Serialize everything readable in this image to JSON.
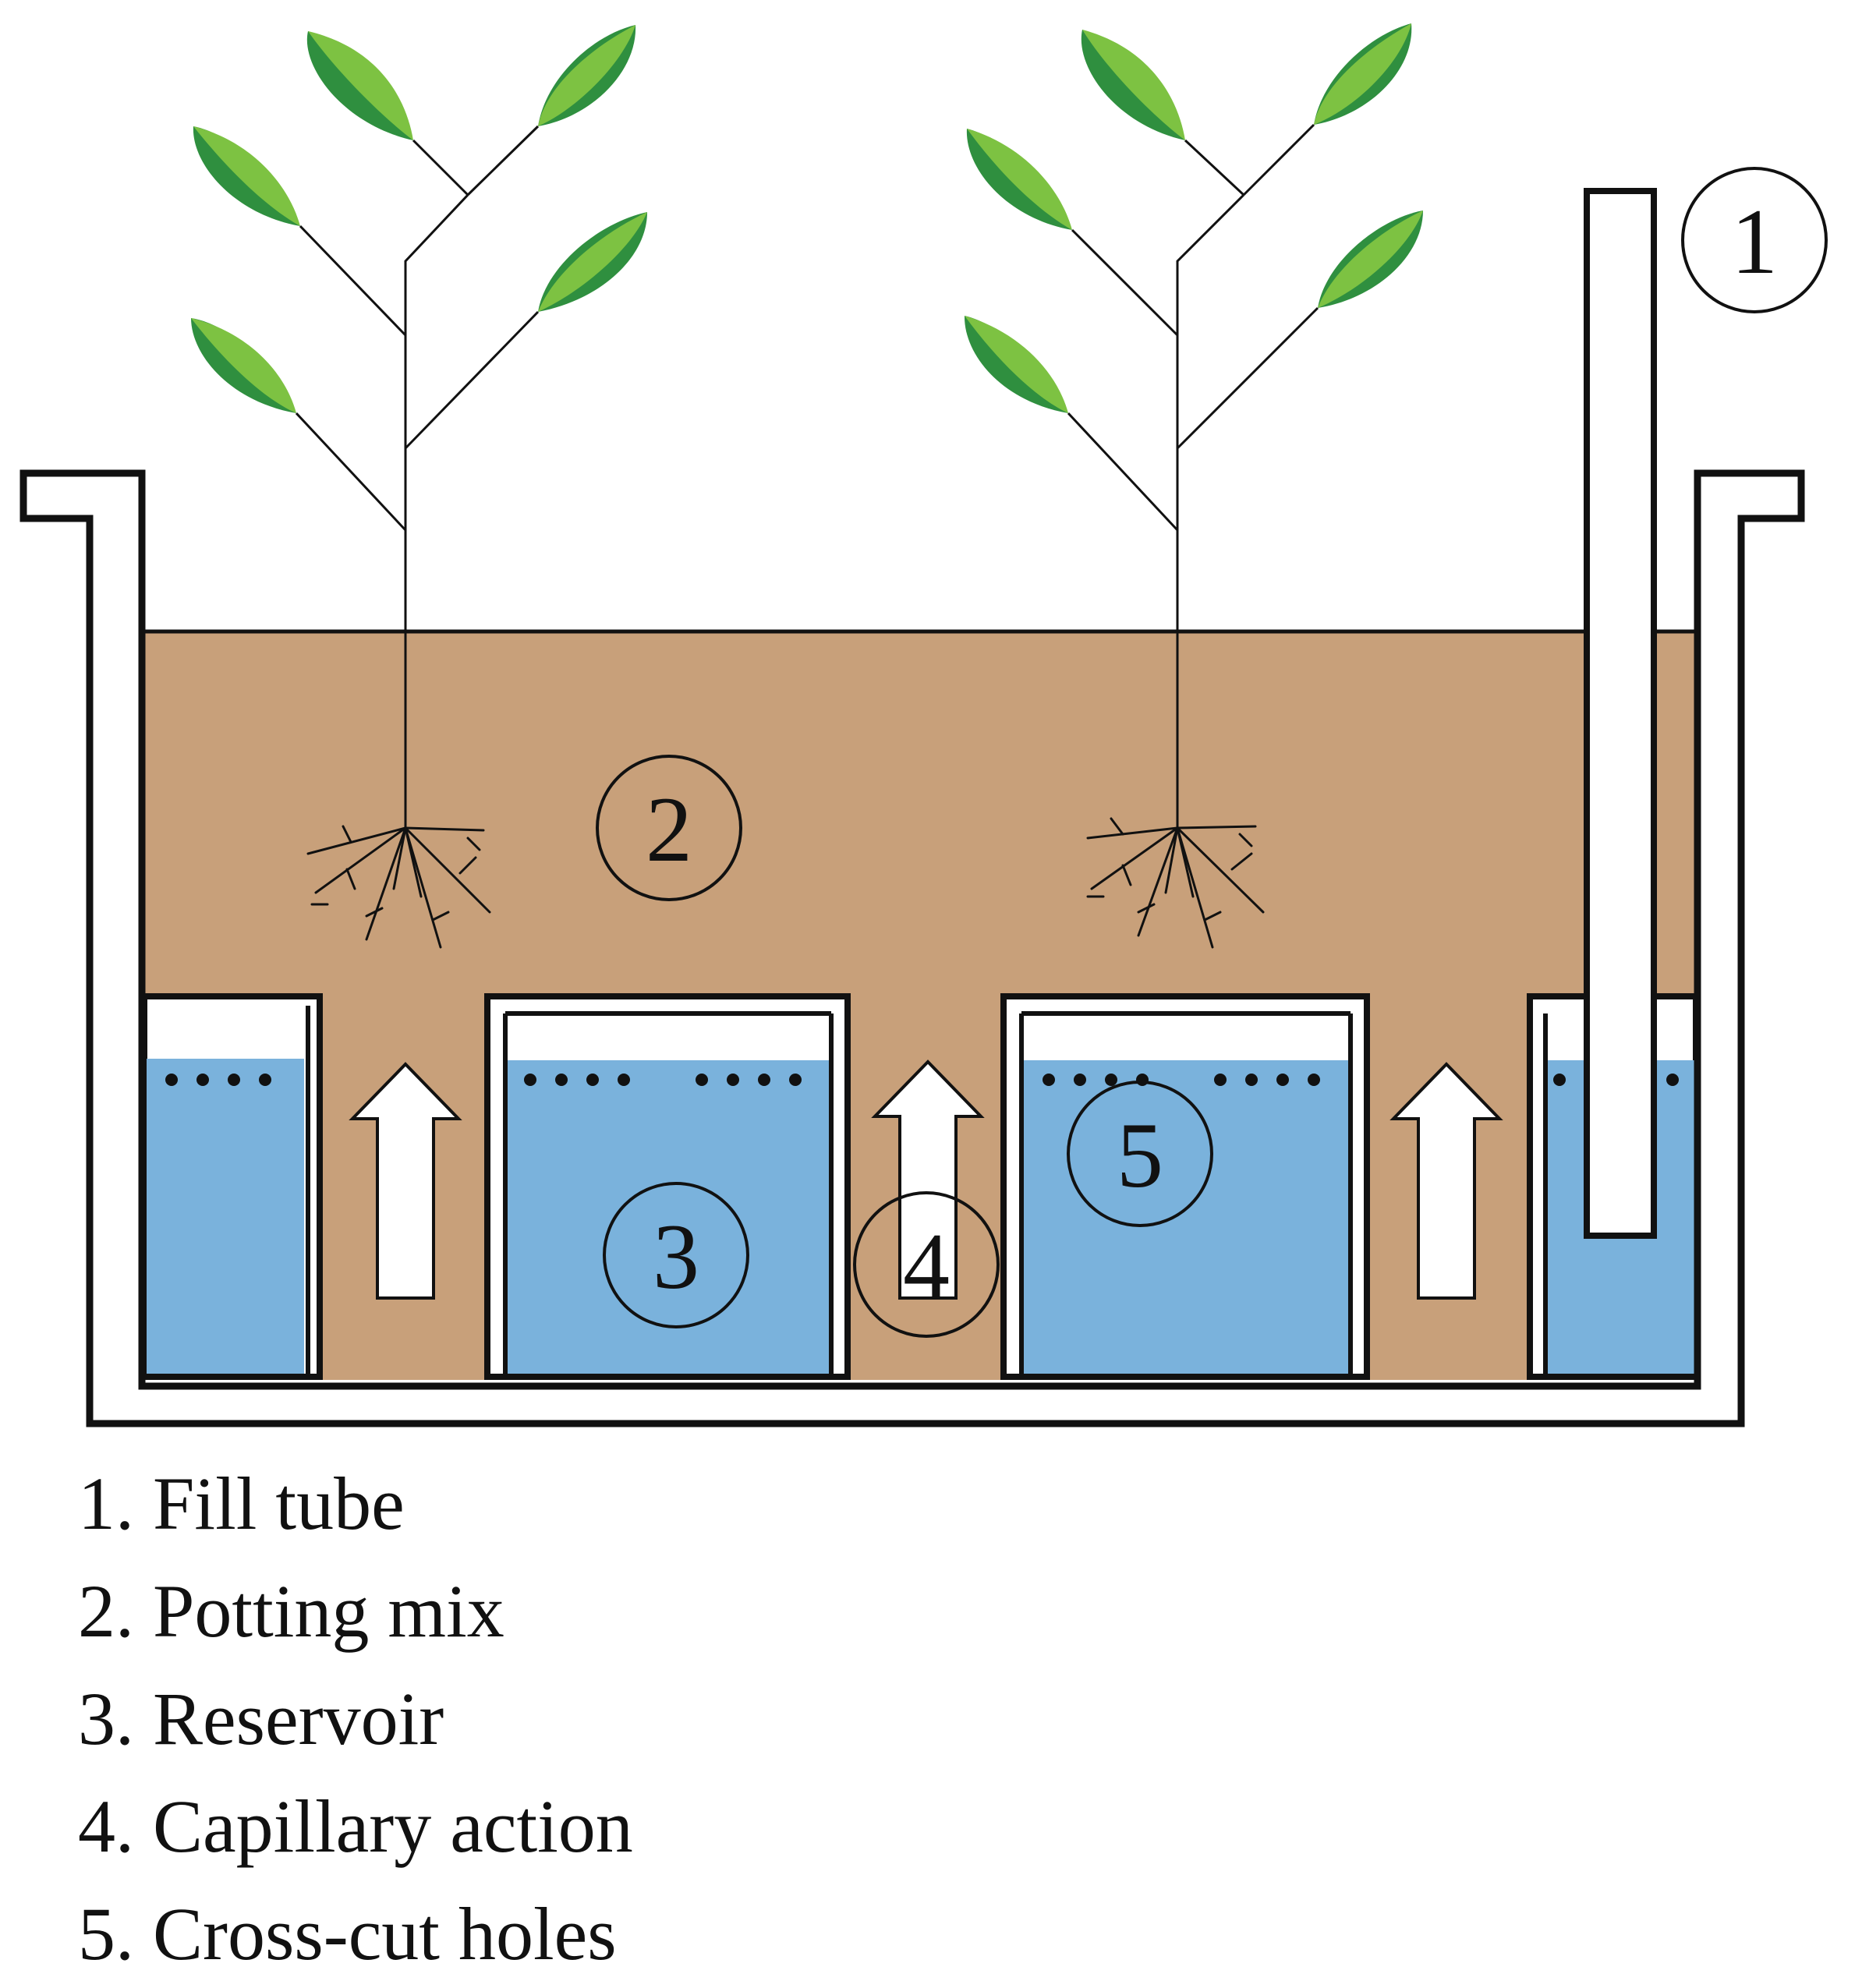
{
  "colors": {
    "soil": "#C8A07A",
    "water": "#7AB2DC",
    "leaf_light": "#7DC242",
    "leaf_dark": "#2F8F3F",
    "outline": "#111111",
    "arrow": "#ffffff"
  },
  "callouts": {
    "fill_tube": "1",
    "potting_mix": "2",
    "reservoir": "3",
    "capillary_action": "4",
    "cross_cut_holes": "5"
  },
  "legend": [
    "1. Fill tube",
    "2. Potting mix",
    "3. Reservoir",
    "4. Capillary action",
    "5. Cross-cut holes"
  ],
  "icons": {
    "plant": "plant-icon",
    "arrow": "up-arrow-icon"
  }
}
